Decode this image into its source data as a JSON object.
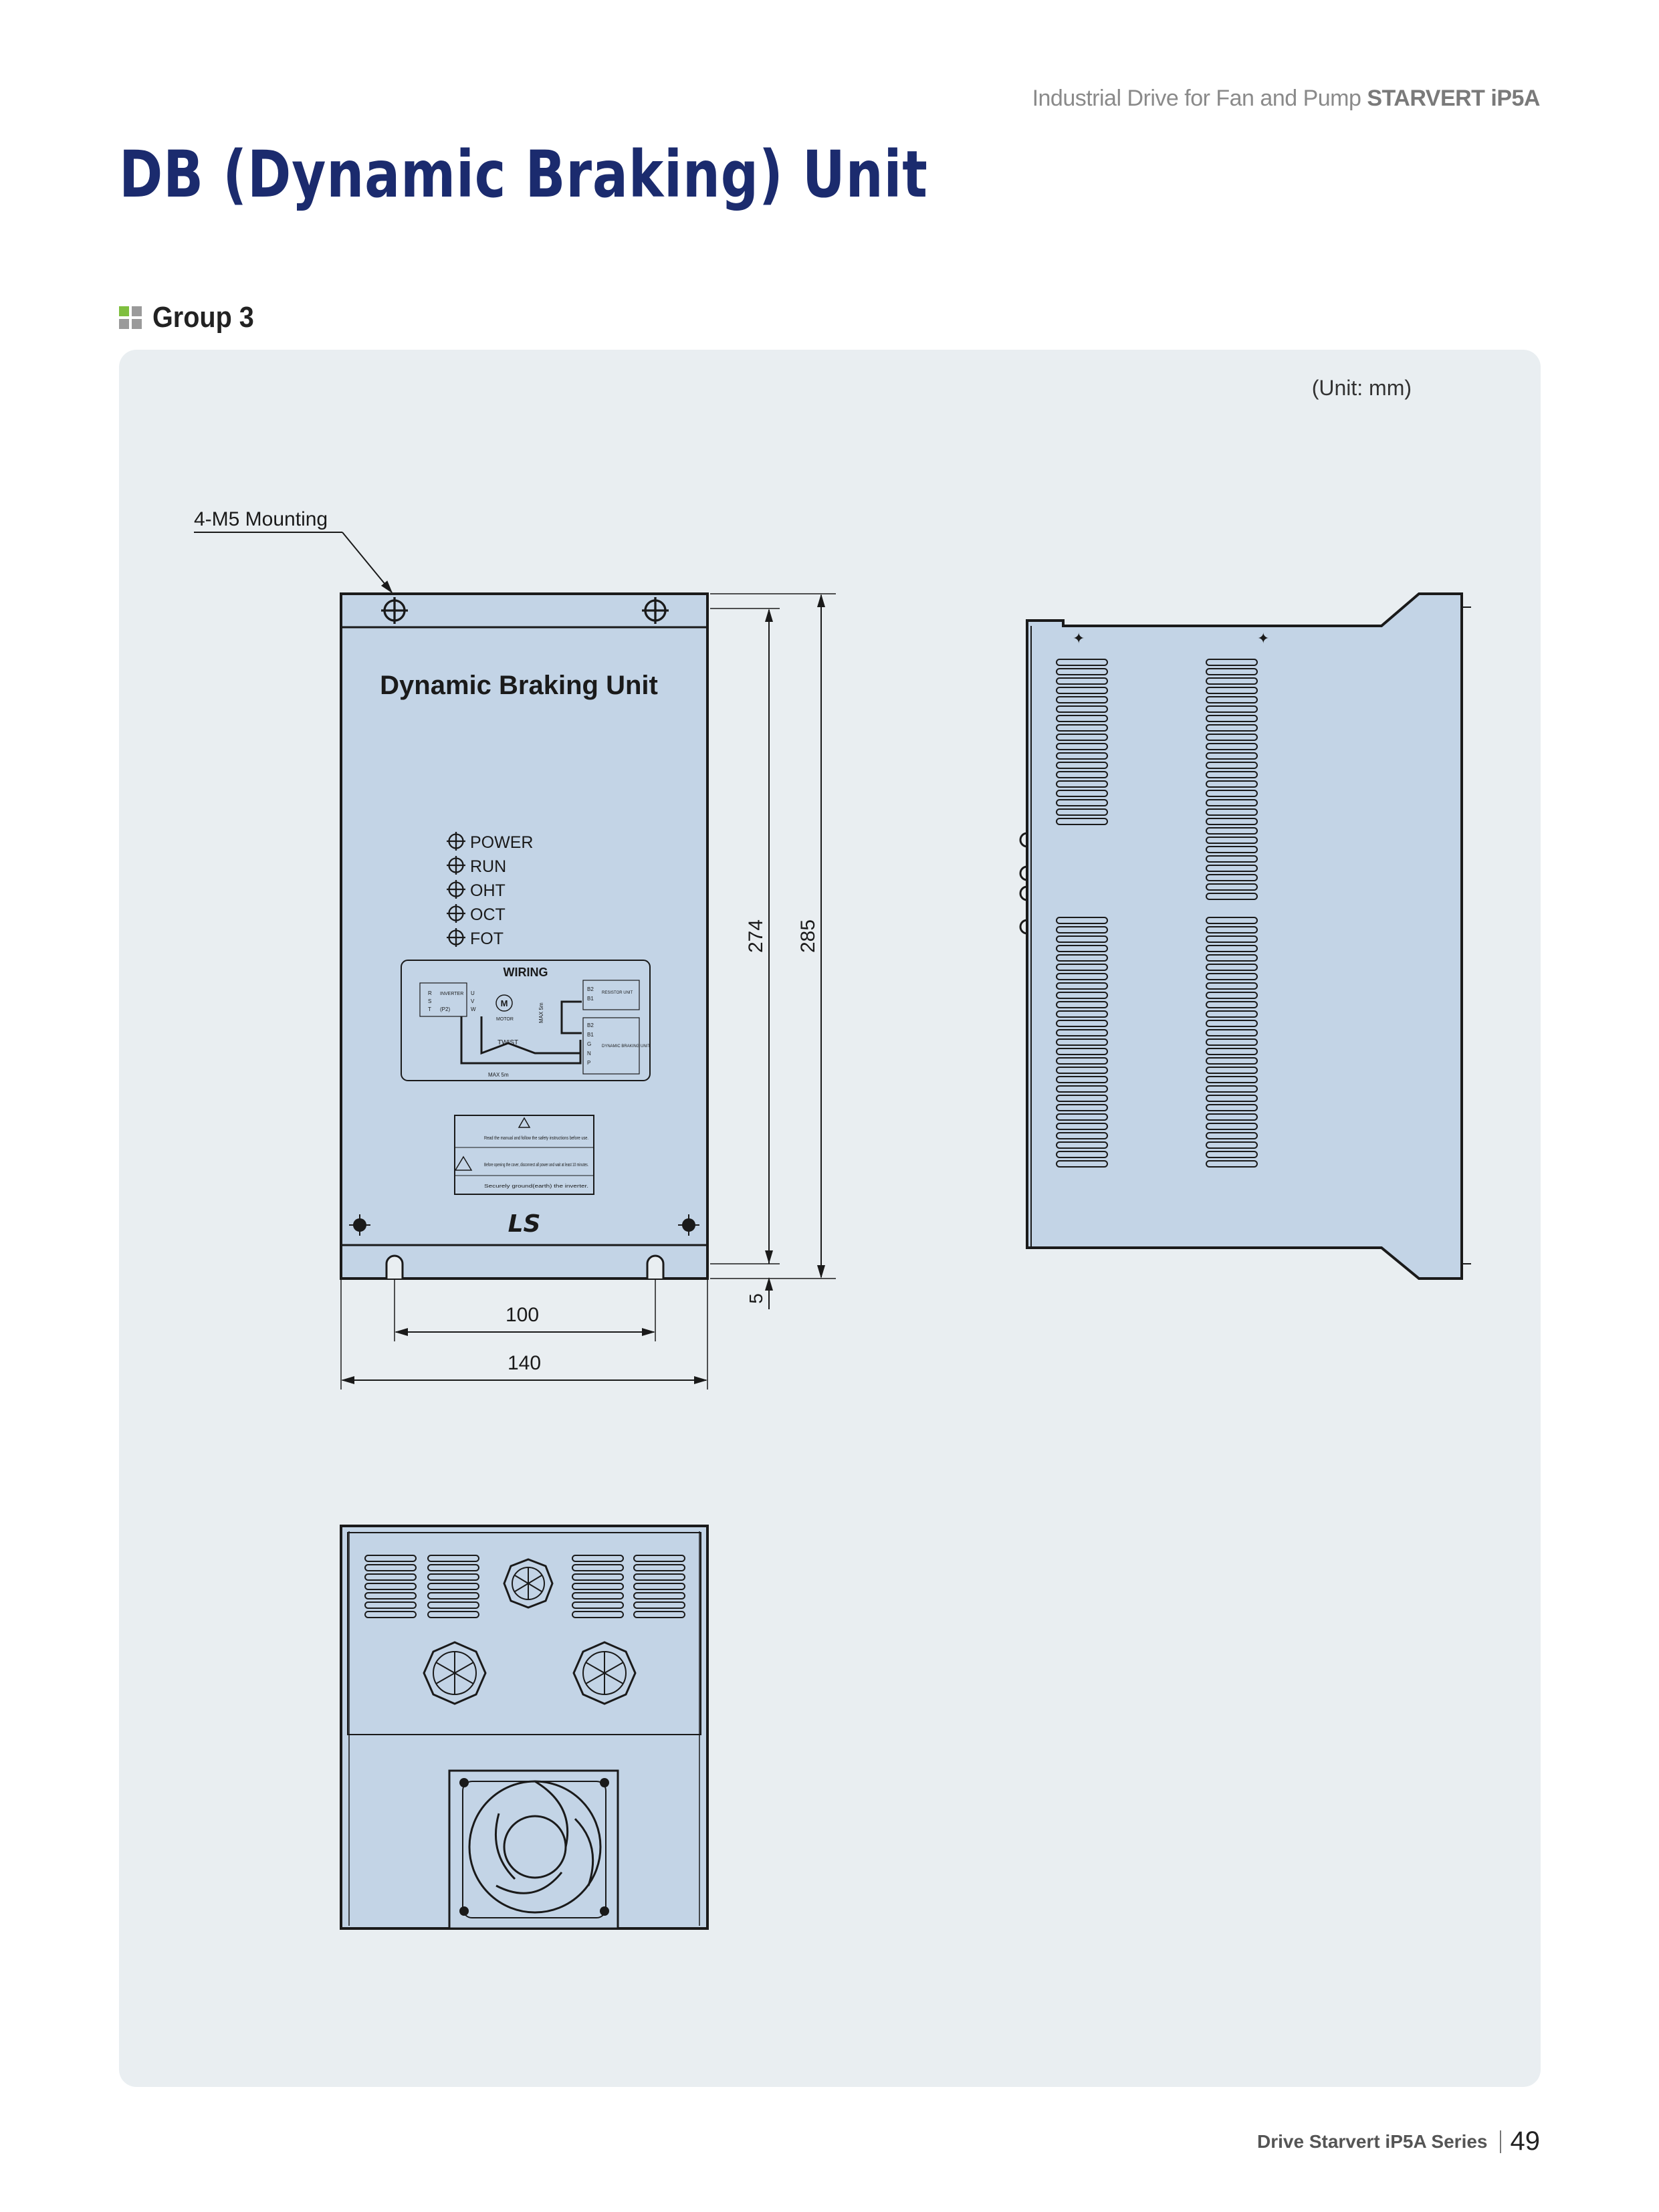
{
  "header": {
    "subtitle_plain": "Industrial Drive for Fan and Pump",
    "subtitle_bold": "STARVERT iP5A"
  },
  "page_title": "DB (Dynamic Braking) Unit",
  "section": {
    "label": "Group 3",
    "bullet_colors": [
      "#7fbf3f",
      "#9a9a9a",
      "#9a9a9a",
      "#9a9a9a"
    ]
  },
  "unit_note": "(Unit: mm)",
  "drawing": {
    "colors": {
      "body": "#c3d4e6",
      "line": "#1a1a1a",
      "panel": "#e9eef1"
    },
    "mounting_label": "4-M5 Mounting",
    "front_title": "Dynamic Braking Unit",
    "leds": [
      "POWER",
      "RUN",
      "OHT",
      "OCT",
      "FOT"
    ],
    "wiring": {
      "title": "WIRING",
      "inverter": "INVERTER",
      "motor": "MOTOR",
      "twist": "TWIST",
      "max5m_h": "MAX 5m",
      "max5m_v": "MAX 5m",
      "resistor": "RESISTOR UNIT",
      "dbu": "DYNAMIC BRAKING UNIT",
      "terms_in": [
        "R",
        "S",
        "T"
      ],
      "terms_out": [
        "U",
        "V",
        "W"
      ],
      "p2": "(P2)",
      "m": "M",
      "res_terms": [
        "B2",
        "B1"
      ],
      "dbu_terms": [
        "B2",
        "B1",
        "G",
        "N",
        "P"
      ]
    },
    "warning": {
      "line1": "Read the manual and follow the safety instructions before use.",
      "line2": "Before opening the cover, disconnect all power and wait at least 10 minutes.",
      "line3": "Securely ground(earth) the inverter."
    },
    "logo": "LS",
    "dimensions": {
      "w_outer": "140",
      "w_inner": "100",
      "h_outer": "285",
      "h_inner": "274",
      "gap": "5"
    }
  },
  "footer": {
    "series": "Drive Starvert iP5A Series",
    "page": "49"
  }
}
